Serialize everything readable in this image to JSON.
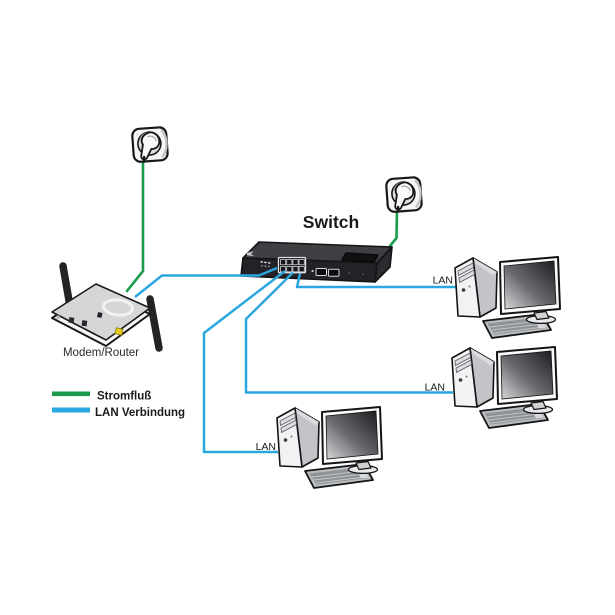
{
  "labels": {
    "switch": "Switch",
    "modem_router": "Modem/Router",
    "lan": [
      "LAN",
      "LAN",
      "LAN"
    ]
  },
  "legend": {
    "power": {
      "label": "Stromfluß",
      "color": "#1a9b4c"
    },
    "lan": {
      "label": "LAN Verbindung",
      "color": "#2aa7df"
    }
  },
  "connections": [
    {
      "from": "wall-outlet-1",
      "to": "modem-router",
      "type": "power"
    },
    {
      "from": "wall-outlet-2",
      "to": "switch",
      "type": "power"
    },
    {
      "from": "switch",
      "to": "modem-router",
      "type": "lan"
    },
    {
      "from": "switch",
      "to": "pc-1",
      "type": "lan"
    },
    {
      "from": "switch",
      "to": "pc-2",
      "type": "lan"
    },
    {
      "from": "switch",
      "to": "pc-3",
      "type": "lan"
    }
  ]
}
